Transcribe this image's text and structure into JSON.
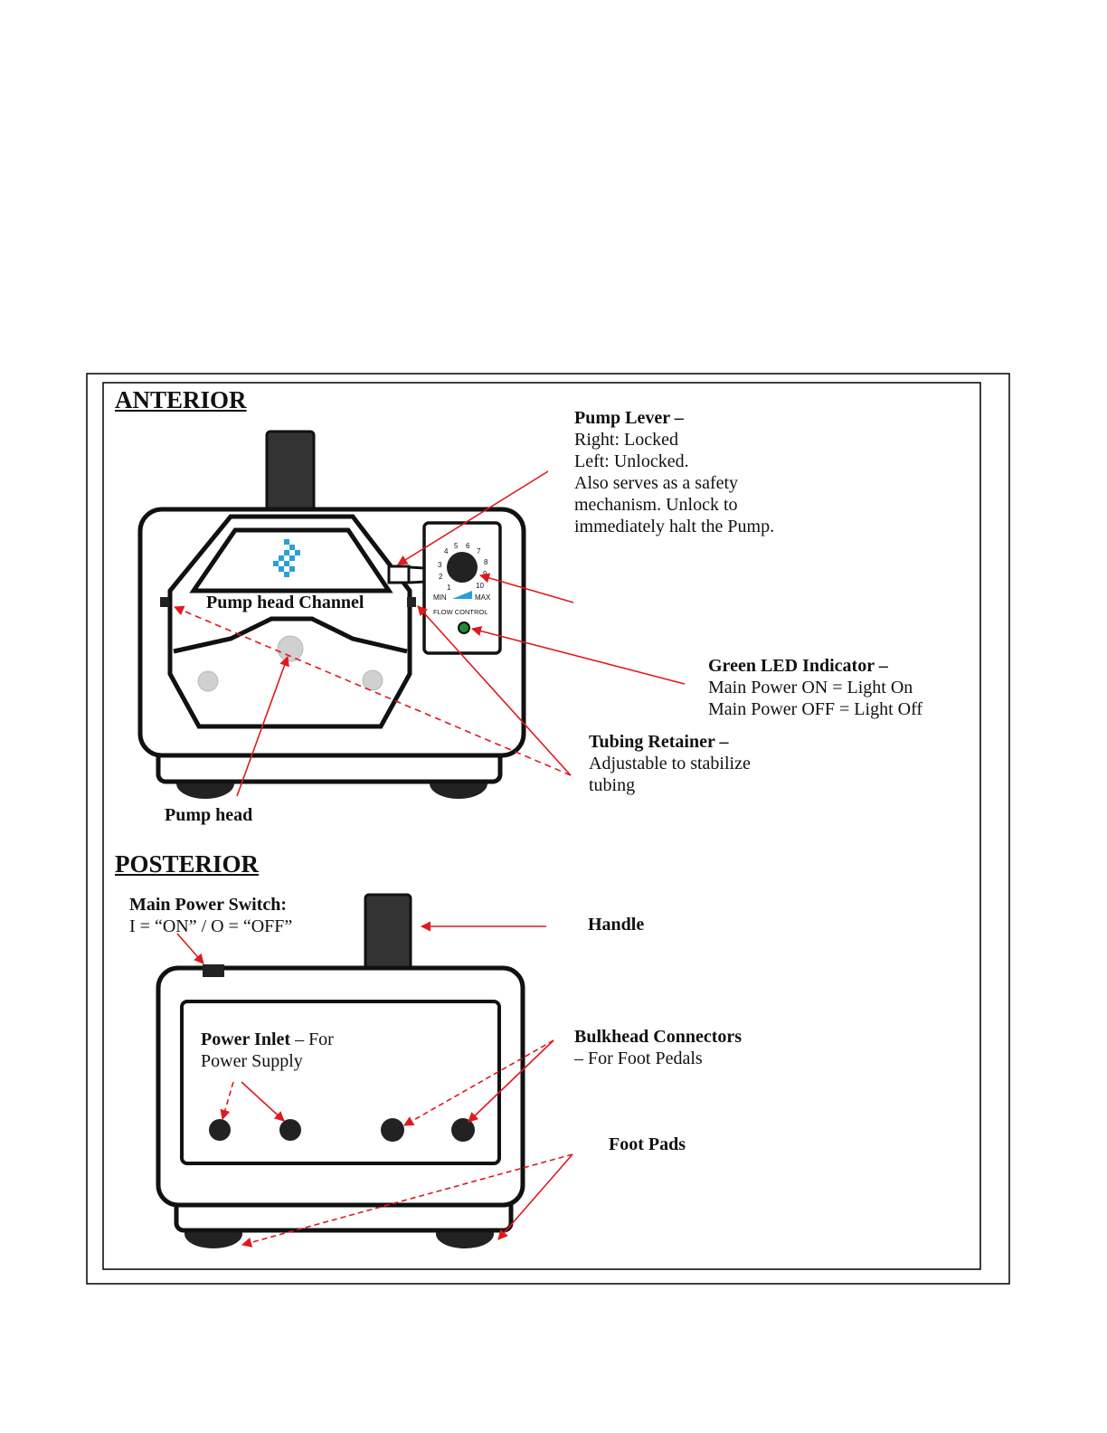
{
  "sections": {
    "anterior": "ANTERIOR",
    "posterior": "POSTERIOR"
  },
  "anterior": {
    "pump_lever": {
      "title": "Pump Lever –",
      "lines": [
        "Right: Locked",
        "Left: Unlocked.",
        "Also serves as a safety",
        "mechanism.  Unlock to",
        "immediately  halt the Pump."
      ]
    },
    "pump_head_channel": "Pump head Channel",
    "pump_head": "Pump head",
    "green_led": {
      "title": "Green LED Indicator –",
      "lines": [
        "Main Power ON = Light On",
        "Main Power OFF = Light Off"
      ]
    },
    "tubing_retainer": {
      "title": "Tubing Retainer –",
      "lines": [
        "Adjustable  to stabilize",
        "tubing"
      ]
    },
    "dial": {
      "numbers": [
        "1",
        "2",
        "3",
        "4",
        "5",
        "6",
        "7",
        "8",
        "9",
        "10"
      ],
      "min": "MIN",
      "max": "MAX",
      "caption": "FLOW CONTROL"
    }
  },
  "posterior": {
    "main_power_switch": {
      "title": "Main Power Switch:",
      "line": "I = “ON” / O = “OFF”"
    },
    "handle": "Handle",
    "power_inlet": {
      "title": "Power Inlet",
      "suffix": " – For",
      "line": "Power Supply"
    },
    "bulkhead": {
      "title": "Bulkhead Connectors",
      "line": "– For Foot Pedals"
    },
    "foot_pads": "Foot Pads"
  },
  "colors": {
    "arrow": "#e0191e",
    "device_outline": "#111111",
    "handle_fill": "#333333",
    "logo": "#2a9fd8",
    "led": "#1f8a3a",
    "roller": "#d0d0d0"
  }
}
